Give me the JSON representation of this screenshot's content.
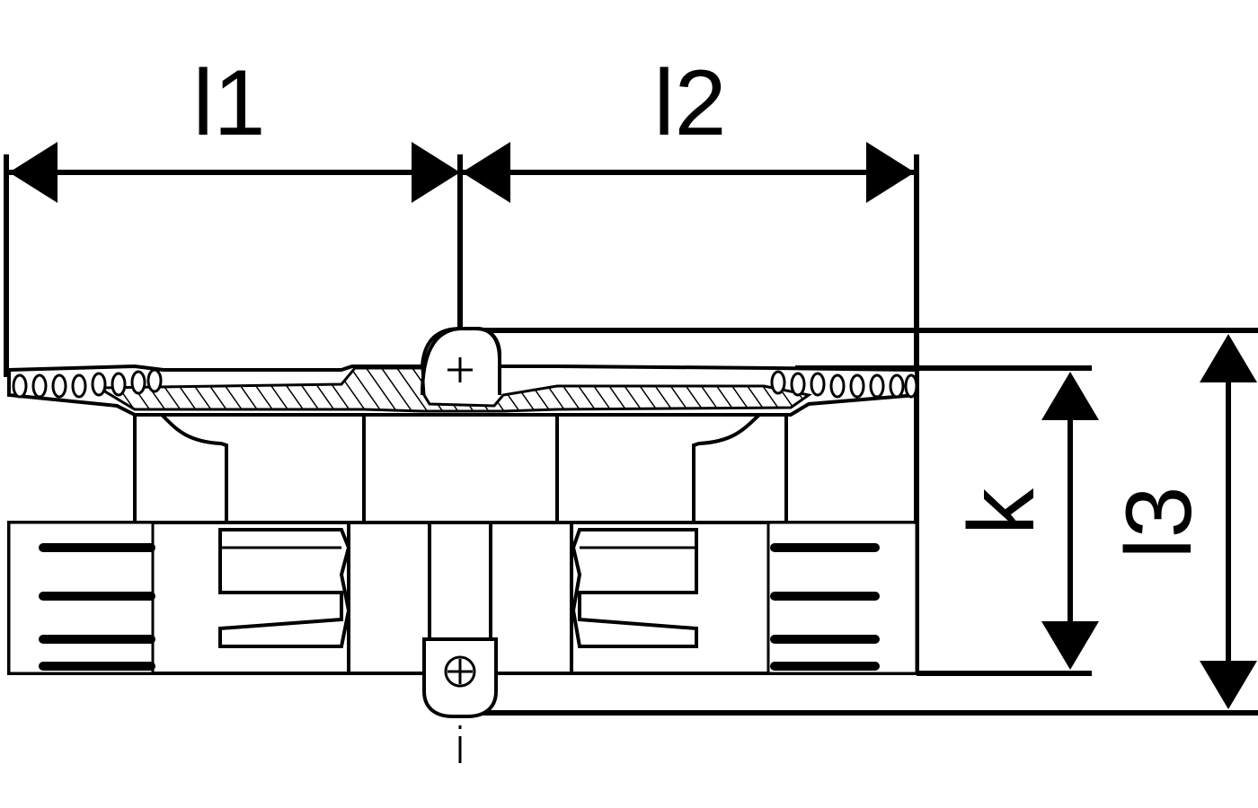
{
  "drawing": {
    "stroke_color": "#000000",
    "background_color": "#ffffff",
    "dimensions": {
      "l1": "l1",
      "l2": "l2",
      "l3": "l3",
      "k": "k"
    }
  }
}
